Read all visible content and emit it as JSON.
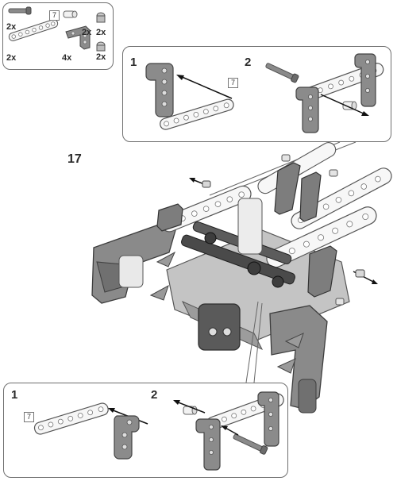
{
  "step_number": "17",
  "parts_callout": {
    "quantities": {
      "axle_pin": "2x",
      "beam": "2x",
      "bush": "2x",
      "angle_beam": "4x",
      "pin": "2x",
      "pin_small": "2x"
    },
    "beam_length": "7"
  },
  "substep_top": {
    "step1": "1",
    "step2": "2",
    "beam_length": "7"
  },
  "substep_bottom": {
    "step1": "1",
    "step2": "2",
    "beam_length": "7"
  },
  "colors": {
    "dark_gray": "#7a7a7a",
    "mid_gray": "#a8a8a8",
    "light_gray": "#d4d4d4",
    "white_part": "#f6f6f6",
    "outline": "#555555",
    "near_black": "#3a3a3a"
  }
}
